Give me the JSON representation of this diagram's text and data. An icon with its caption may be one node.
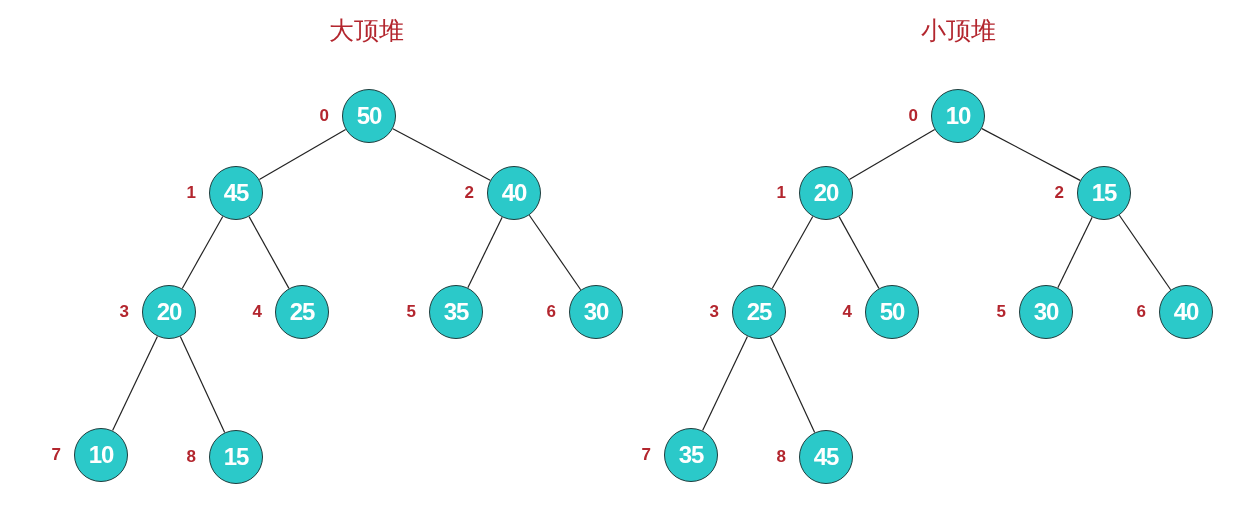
{
  "diagram": {
    "nodes": [
      {
        "text": [
          "50"
        ],
        "beside": [
          "0"
        ]
      },
      {
        "text": [
          "45"
        ],
        "beside": [
          "1"
        ]
      },
      {
        "text": [
          "40"
        ],
        "beside": [
          "2"
        ]
      },
      {
        "text": [
          "20"
        ],
        "beside": [
          "3"
        ]
      },
      {
        "text": [
          "25"
        ],
        "beside": [
          "4"
        ]
      },
      {
        "text": [
          "35"
        ],
        "beside": [
          "5"
        ]
      },
      {
        "text": [
          "30"
        ],
        "beside": [
          "6"
        ]
      },
      {
        "text": [
          "10"
        ],
        "beside": [
          "7"
        ]
      },
      {
        "text": [
          "15"
        ],
        "beside": [
          "8"
        ]
      },
      {
        "text": [
          "10"
        ],
        "beside": [
          "0"
        ]
      },
      {
        "text": [
          "20"
        ],
        "beside": [
          "1"
        ]
      },
      {
        "text": [
          "15"
        ],
        "beside": [
          "2"
        ]
      },
      {
        "text": [
          "25"
        ],
        "beside": [
          "3"
        ]
      },
      {
        "text": [
          "50"
        ],
        "beside": [
          "4"
        ]
      },
      {
        "text": [
          "30"
        ],
        "beside": [
          "5"
        ]
      },
      {
        "text": [
          "40"
        ],
        "beside": [
          "6"
        ]
      },
      {
        "text": [
          "35"
        ],
        "beside": [
          "7"
        ]
      },
      {
        "text": [
          "45"
        ],
        "beside": [
          "8"
        ]
      }
    ],
    "edges": [
      {
        "from": 0,
        "to": 1,
        "arrow": "none"
      },
      {
        "from": 0,
        "to": 2,
        "arrow": "none"
      },
      {
        "from": 1,
        "to": 3,
        "arrow": "none"
      },
      {
        "from": 1,
        "to": 4,
        "arrow": "none"
      },
      {
        "from": 2,
        "to": 5,
        "arrow": "none"
      },
      {
        "from": 2,
        "to": 6,
        "arrow": "none"
      },
      {
        "from": 3,
        "to": 7,
        "arrow": "none"
      },
      {
        "from": 3,
        "to": 8,
        "arrow": "none"
      },
      {
        "from": 9,
        "to": 10,
        "arrow": "none"
      },
      {
        "from": 9,
        "to": 11,
        "arrow": "none"
      },
      {
        "from": 10,
        "to": 12,
        "arrow": "none"
      },
      {
        "from": 10,
        "to": 13,
        "arrow": "none"
      },
      {
        "from": 11,
        "to": 14,
        "arrow": "none"
      },
      {
        "from": 11,
        "to": 15,
        "arrow": "none"
      },
      {
        "from": 12,
        "to": 16,
        "arrow": "none"
      },
      {
        "from": 12,
        "to": 17,
        "arrow": "none"
      }
    ],
    "labels": [
      "大顶堆",
      "小顶堆"
    ]
  }
}
